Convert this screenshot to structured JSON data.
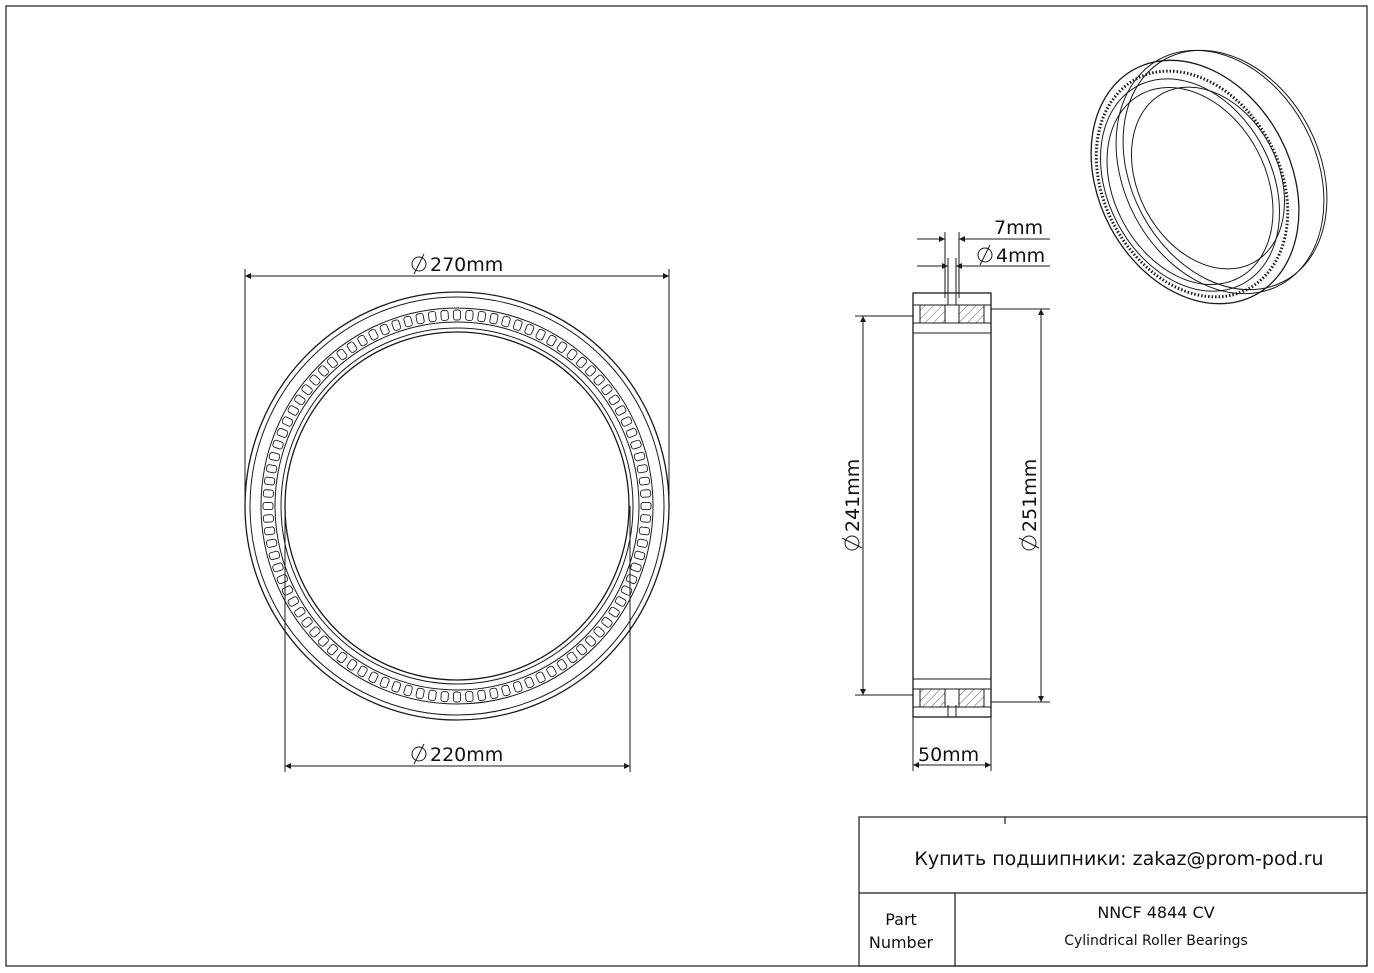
{
  "front_view": {
    "outer_diameter_label": "270mm",
    "bore_diameter_label": "220mm"
  },
  "side_view": {
    "groove_width_label": "7mm",
    "lube_hole_label": "4mm",
    "inner_raceway_label": "241mm",
    "outer_raceway_label": "251mm",
    "width_label": "50mm"
  },
  "title_block": {
    "contact_text": "Купить подшипники: zakaz@prom-pod.ru",
    "part_label_line1": "Part",
    "part_label_line2": "Number",
    "part_number": "NNCF 4844 CV",
    "description": "Cylindrical Roller Bearings"
  },
  "colors": {
    "line": "#1a1a1a",
    "background": "#ffffff"
  }
}
